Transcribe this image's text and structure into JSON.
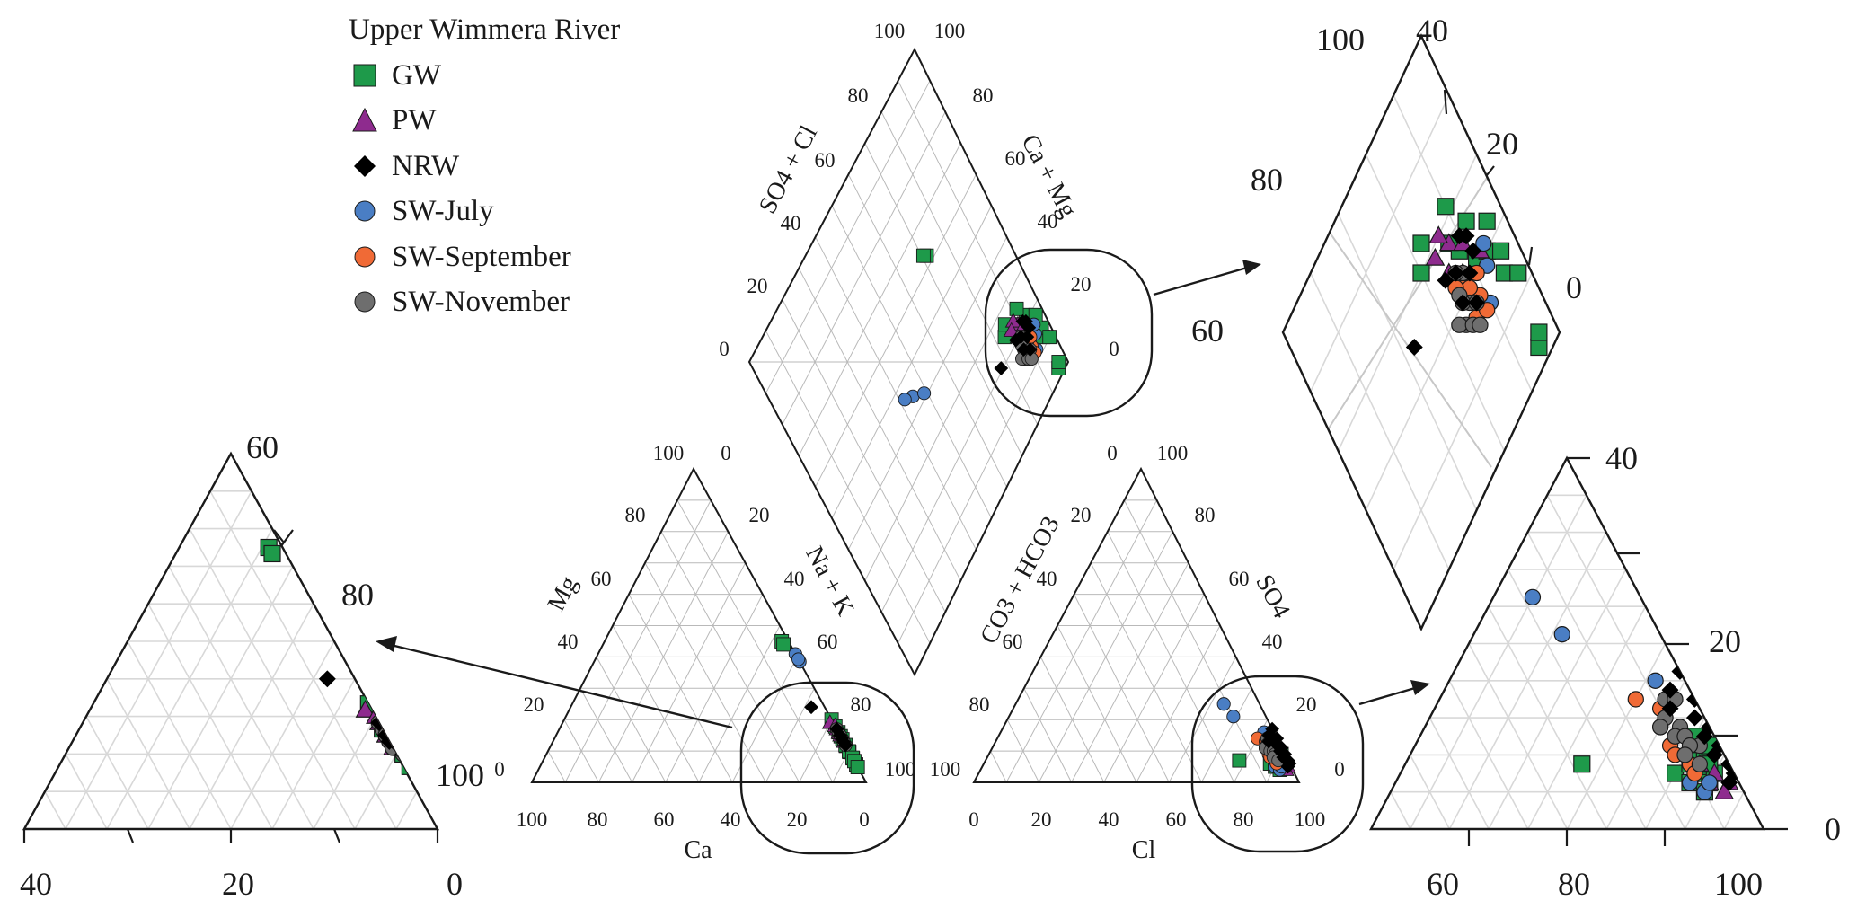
{
  "chart_data": {
    "type": "scatter",
    "subtype": "piper-diagram",
    "legend": {
      "title": "Upper Wimmera River",
      "placement": "top-left",
      "entries": [
        {
          "name": "GW",
          "symbol": "square",
          "color": "#1e9a4a"
        },
        {
          "name": "PW",
          "symbol": "triangle",
          "color": "#8e2b8e"
        },
        {
          "name": "NRW",
          "symbol": "diamond",
          "color": "#000000"
        },
        {
          "name": "SW-July",
          "symbol": "circle",
          "color": "#4a7ec4"
        },
        {
          "name": "SW-September",
          "symbol": "circle",
          "color": "#f06a36"
        },
        {
          "name": "SW-November",
          "symbol": "circle",
          "color": "#6e6e6e"
        }
      ]
    },
    "cation_triangle": {
      "axis_labels": {
        "left": "Mg",
        "right": "Na + K",
        "bottom": "Ca"
      },
      "ticks": {
        "left_top": "100",
        "apex": "0",
        "left": [
          "80",
          "60",
          "40",
          "20"
        ],
        "left_bottom": "0",
        "right": [
          "20",
          "40",
          "60",
          "80"
        ],
        "right_bottom": "100",
        "bottom": [
          "100",
          "80",
          "60",
          "40",
          "20",
          "0"
        ]
      },
      "series": [
        {
          "name": "GW",
          "points": [
            [
              45,
              2,
              53
            ],
            [
              44,
              2,
              54
            ],
            [
              20,
              0,
              80
            ],
            [
              18,
              -1,
              83
            ],
            [
              15,
              -2,
              87
            ],
            [
              16,
              0,
              84
            ],
            [
              14,
              -2,
              88
            ],
            [
              12,
              -3,
              91
            ],
            [
              12,
              -1,
              89
            ],
            [
              10,
              -3,
              93
            ],
            [
              10,
              -1,
              91
            ],
            [
              8,
              -4,
              96
            ],
            [
              8,
              -2,
              94
            ],
            [
              6,
              -5,
              99
            ],
            [
              7,
              -3,
              96
            ],
            [
              5,
              -3,
              98
            ]
          ]
        },
        {
          "name": "PW",
          "points": [
            [
              19,
              1,
              80
            ],
            [
              18,
              0,
              82
            ],
            [
              17,
              0,
              83
            ],
            [
              16,
              -1,
              85
            ],
            [
              15,
              0,
              85
            ],
            [
              13,
              0,
              87
            ]
          ]
        },
        {
          "name": "NRW",
          "points": [
            [
              24,
              4,
              72
            ],
            [
              17,
              0,
              83
            ],
            [
              15,
              0,
              85
            ],
            [
              14,
              0,
              86
            ],
            [
              13,
              -1,
              88
            ],
            [
              12,
              -1,
              89
            ]
          ]
        },
        {
          "name": "SW-July",
          "points": [
            [
              43,
              -5,
              62
            ],
            [
              40,
              -4,
              64
            ],
            [
              42,
              -7,
              65
            ],
            [
              14,
              -1,
              87
            ],
            [
              13,
              0,
              87
            ]
          ]
        },
        {
          "name": "SW-September",
          "points": [
            [
              16,
              -1,
              85
            ],
            [
              15,
              0,
              85
            ],
            [
              13,
              0,
              87
            ],
            [
              14,
              -1,
              87
            ]
          ]
        },
        {
          "name": "SW-November",
          "points": [
            [
              17,
              0,
              83
            ],
            [
              16,
              0,
              84
            ],
            [
              15,
              -1,
              86
            ],
            [
              14,
              -1,
              87
            ],
            [
              14,
              0,
              86
            ],
            [
              13,
              -1,
              88
            ],
            [
              12,
              -1,
              89
            ],
            [
              13,
              0,
              87
            ],
            [
              15,
              0,
              85
            ]
          ]
        }
      ]
    },
    "anion_triangle": {
      "axis_labels": {
        "left": "CO3 + HCO3",
        "right": "SO4",
        "bottom": "Cl"
      },
      "ticks": {
        "apex_left": "0",
        "apex_right": "100",
        "left": [
          "20",
          "40",
          "60",
          "80"
        ],
        "left_bottom": "100",
        "right": [
          "80",
          "60",
          "40",
          "20"
        ],
        "right_bottom": "0",
        "bottom": [
          "0",
          "20",
          "40",
          "60",
          "80",
          "100"
        ]
      },
      "series": [
        {
          "name": "GW",
          "points": [
            [
              15,
              7,
              78
            ],
            [
              6,
              6,
              88
            ],
            [
              5,
              5,
              90
            ],
            [
              4,
              4,
              92
            ],
            [
              4,
              7,
              89
            ],
            [
              3,
              8,
              89
            ],
            [
              3,
              6,
              91
            ],
            [
              2,
              10,
              88
            ],
            [
              2,
              8,
              90
            ],
            [
              3,
              5,
              92
            ],
            [
              2,
              6,
              92
            ],
            [
              1,
              9,
              90
            ],
            [
              2,
              7,
              91
            ]
          ]
        },
        {
          "name": "PW",
          "points": [
            [
              3,
              7,
              90
            ],
            [
              3,
              5,
              92
            ],
            [
              2,
              6,
              92
            ],
            [
              1,
              5,
              94
            ],
            [
              2,
              4,
              94
            ],
            [
              3,
              9,
              88
            ]
          ]
        },
        {
          "name": "NRW",
          "points": [
            [
              3,
              13,
              84
            ],
            [
              0,
              17,
              83
            ],
            [
              0,
              14,
              86
            ],
            [
              0,
              11,
              89
            ],
            [
              0,
              9,
              91
            ],
            [
              1,
              10,
              89
            ],
            [
              0,
              7,
              93
            ],
            [
              1,
              8,
              91
            ],
            [
              0,
              6,
              94
            ],
            [
              1,
              5,
              94
            ],
            [
              1,
              12,
              87
            ],
            [
              2,
              15,
              83
            ]
          ]
        },
        {
          "name": "SW-July",
          "points": [
            [
              11,
              25,
              64
            ],
            [
              10,
              21,
              69
            ],
            [
              3,
              16,
              81
            ],
            [
              5,
              5,
              90
            ],
            [
              4,
              4,
              92
            ],
            [
              3,
              5,
              92
            ]
          ]
        },
        {
          "name": "SW-September",
          "points": [
            [
              6,
              14,
              80
            ],
            [
              4,
              13,
              83
            ],
            [
              5,
              11,
              84
            ],
            [
              5,
              9,
              86
            ],
            [
              5,
              8,
              87
            ],
            [
              4,
              7,
              89
            ],
            [
              4,
              6,
              90
            ]
          ]
        },
        {
          "name": "SW-November",
          "points": [
            [
              3,
              14,
              83
            ],
            [
              2,
              14,
              84
            ],
            [
              4,
              12,
              84
            ],
            [
              3,
              11,
              86
            ],
            [
              5,
              11,
              84
            ],
            [
              4,
              10,
              86
            ],
            [
              3,
              10,
              87
            ],
            [
              2,
              9,
              89
            ],
            [
              3,
              9,
              88
            ],
            [
              4,
              8,
              88
            ],
            [
              3,
              7,
              90
            ]
          ]
        }
      ]
    },
    "diamond": {
      "axis_labels": {
        "left": "SO4 + Cl",
        "right": "Ca + Mg"
      },
      "ticks": {
        "left": [
          "0",
          "20",
          "40",
          "60",
          "80",
          "100"
        ],
        "right": [
          "100",
          "80",
          "60",
          "40",
          "20",
          "0"
        ]
      },
      "series": [
        {
          "name": "GW",
          "points": [
            [
              72,
              62
            ],
            [
              71,
              63
            ],
            [
              84,
              24
            ],
            [
              86,
              26
            ],
            [
              90,
              22
            ],
            [
              93,
              17
            ],
            [
              91,
              20
            ],
            [
              95,
              16
            ],
            [
              96,
              12
            ],
            [
              94,
              21
            ],
            [
              92,
              25
            ],
            [
              97,
              14
            ],
            [
              98,
              10
            ],
            [
              97,
              18
            ],
            [
              96,
              2
            ],
            [
              97,
              3
            ]
          ]
        },
        {
          "name": "PW",
          "points": [
            [
              90,
              22
            ],
            [
              89,
              24
            ],
            [
              92,
              20
            ],
            [
              90,
              18
            ],
            [
              88,
              20
            ],
            [
              94,
              17
            ],
            [
              87,
              23
            ]
          ]
        },
        {
          "name": "NRW",
          "points": [
            [
              78,
              20
            ],
            [
              89,
              19
            ],
            [
              92,
              21
            ],
            [
              91,
              17
            ],
            [
              93,
              18
            ],
            [
              88,
              16
            ],
            [
              90,
              14
            ],
            [
              87,
              20
            ],
            [
              93,
              20
            ]
          ]
        },
        {
          "name": "SW-July",
          "points": [
            [
              46,
              43
            ],
            [
              43,
              45
            ],
            [
              50,
              40
            ],
            [
              94,
              15
            ],
            [
              92,
              12
            ],
            [
              95,
              17
            ]
          ]
        },
        {
          "name": "SW-September",
          "points": [
            [
              89,
              17
            ],
            [
              91,
              14
            ],
            [
              90,
              16
            ],
            [
              88,
              18
            ],
            [
              92,
              16
            ],
            [
              89,
              13
            ],
            [
              91,
              12
            ]
          ]
        },
        {
          "name": "SW-November",
          "points": [
            [
              89,
              15
            ],
            [
              88,
              16
            ],
            [
              90,
              18
            ],
            [
              89,
              19
            ],
            [
              88,
              17
            ],
            [
              87,
              14
            ],
            [
              86,
              15
            ],
            [
              88,
              13
            ],
            [
              90,
              14
            ],
            [
              89,
              12
            ]
          ]
        }
      ]
    },
    "zoom_diamond_ticks": {
      "left": [
        "100",
        "80",
        "60"
      ],
      "right": [
        "40",
        "20",
        "0"
      ]
    },
    "zoom_cation_ticks": {
      "left": "60",
      "middle": "80",
      "right_corner": "100",
      "bottom": [
        "40",
        "20",
        "0"
      ]
    },
    "zoom_anion_ticks": {
      "right": [
        "40",
        "20",
        "0"
      ],
      "bottom": [
        "60",
        "80",
        "100"
      ]
    },
    "grid": true
  }
}
